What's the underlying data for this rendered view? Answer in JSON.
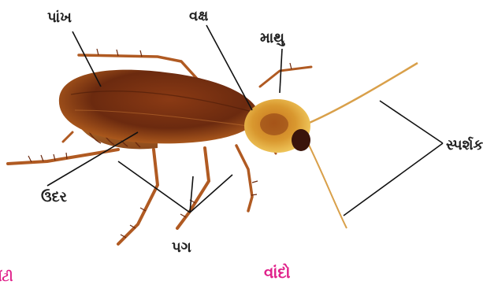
{
  "diagram": {
    "labels": {
      "wing": "પાંખ",
      "thorax": "વક્ષ",
      "head": "માથુ",
      "antenna": "સ્પર્શક",
      "abdomen": "ઉદર",
      "legs": "પગ"
    },
    "title": "વાંદો",
    "partial_caption": "વીંટી",
    "colors": {
      "title": "#e0208a",
      "label_text": "#222222",
      "leader_line": "#111111",
      "body_dark": "#6b2a0f",
      "body_mid": "#a2471a",
      "body_light": "#d98a3c",
      "thorax_pale": "#e9b64a",
      "leg": "#b05a22"
    }
  }
}
